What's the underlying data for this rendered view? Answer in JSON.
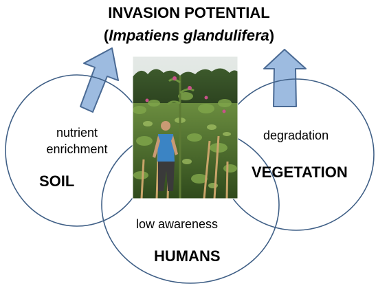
{
  "title": {
    "line1": "INVASION POTENTIAL",
    "line2_open": "(",
    "line2_italic": "Impatiens glandulifera",
    "line2_close": ")"
  },
  "circles": {
    "soil": {
      "descriptor_line1": "nutrient",
      "descriptor_line2": "enrichment",
      "label": "SOIL"
    },
    "vegetation": {
      "descriptor": "degradation",
      "label": "VEGETATION"
    },
    "humans": {
      "descriptor": "low awareness",
      "label": "HUMANS"
    }
  },
  "colors": {
    "circle_stroke": "#3f5f86",
    "arrow_fill": "#9dbbe0",
    "arrow_stroke": "#4a6a94",
    "text": "#000000"
  },
  "photo": {
    "subject": "photo of a person standing among tall Himalayan balsam plants with wooden stakes"
  }
}
